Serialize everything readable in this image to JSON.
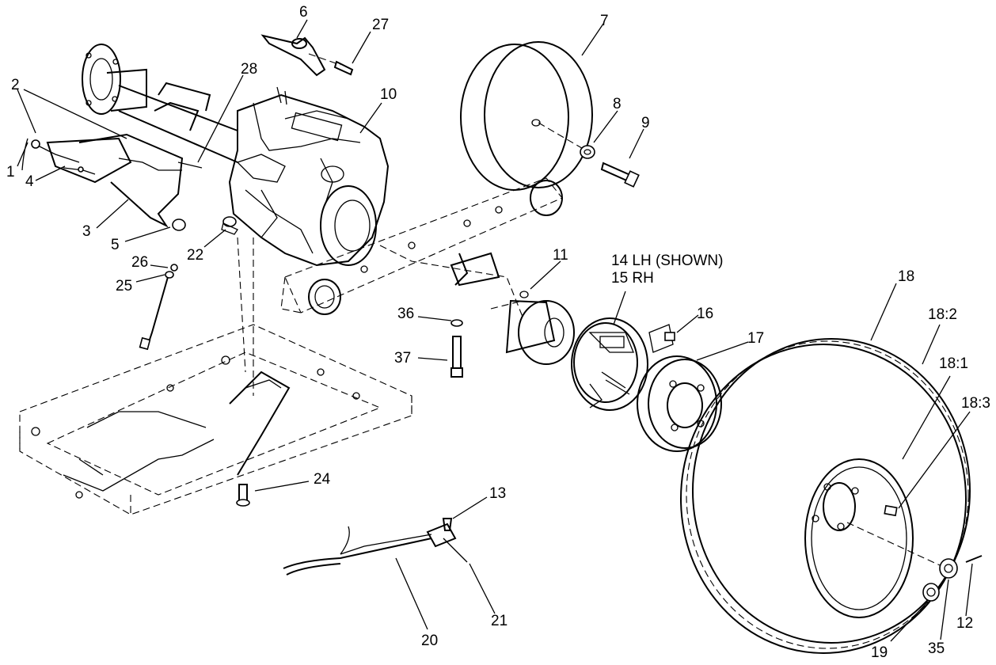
{
  "callouts": {
    "c1": "1",
    "c2": "2",
    "c3": "3",
    "c4": "4",
    "c5": "5",
    "c6": "6",
    "c7": "7",
    "c8": "8",
    "c9": "9",
    "c10": "10",
    "c11": "11",
    "c12": "12",
    "c13": "13",
    "c14": "14 LH (SHOWN)",
    "c15": "15 RH",
    "c16": "16",
    "c17": "17",
    "c18": "18",
    "c18_1": "18:1",
    "c18_2": "18:2",
    "c18_3": "18:3",
    "c19": "19",
    "c20": "20",
    "c21": "21",
    "c22": "22",
    "c24": "24",
    "c25": "25",
    "c26": "26",
    "c27": "27",
    "c28": "28",
    "c35": "35",
    "c36": "36",
    "c37": "37"
  }
}
